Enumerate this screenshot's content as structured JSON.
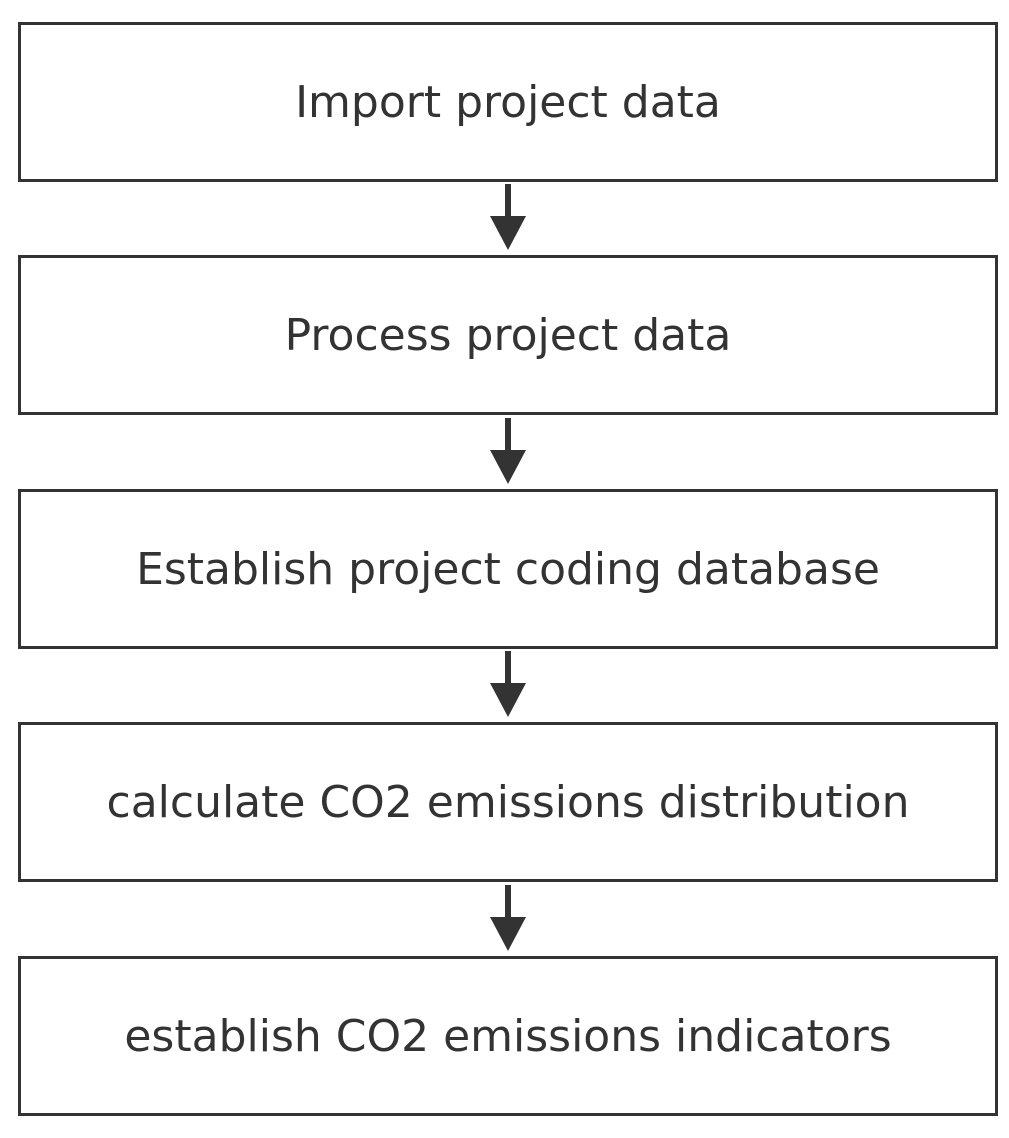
{
  "flowchart": {
    "steps": [
      {
        "label": "Import project data"
      },
      {
        "label": "Process project data"
      },
      {
        "label": "Establish project coding database"
      },
      {
        "label": "calculate CO2 emissions distribution"
      },
      {
        "label": "establish CO2 emissions indicators"
      }
    ]
  },
  "colors": {
    "stroke": "#333333",
    "background": "#ffffff"
  }
}
